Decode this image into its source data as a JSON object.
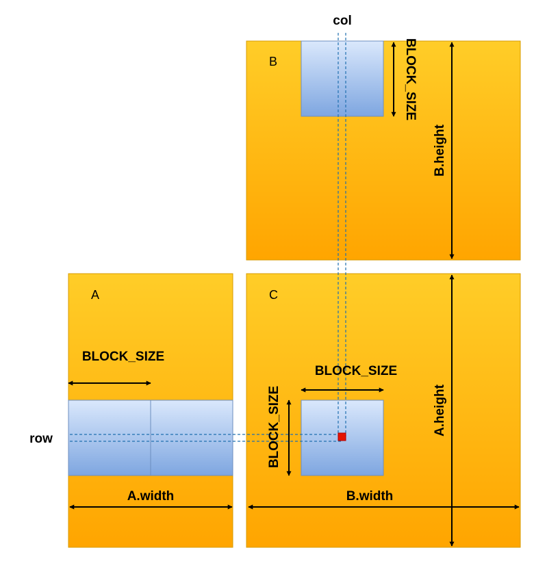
{
  "colors": {
    "matrix_fill_top": "#FFCD28",
    "matrix_fill_bottom": "#FFA500",
    "matrix_stroke": "#D79B00",
    "block_fill_top": "#DAE8FC",
    "block_fill_bottom": "#7EA6E0",
    "block_stroke": "#6C8EBF",
    "guide_line": "#1F6FAF",
    "element_marker": "#E51400",
    "arrow": "#000000"
  },
  "matrices": {
    "a": {
      "label": "A"
    },
    "b": {
      "label": "B"
    },
    "c": {
      "label": "C"
    }
  },
  "labels": {
    "col": "col",
    "row": "row",
    "b_block_size": "BLOCK_SIZE",
    "b_height": "B.height",
    "a_block_size": "BLOCK_SIZE",
    "a_width": "A.width",
    "c_block_size_horizontal": "BLOCK_SIZE",
    "c_block_size_vertical": "BLOCK_SIZE",
    "a_height": "A.height",
    "b_width": "B.width"
  }
}
